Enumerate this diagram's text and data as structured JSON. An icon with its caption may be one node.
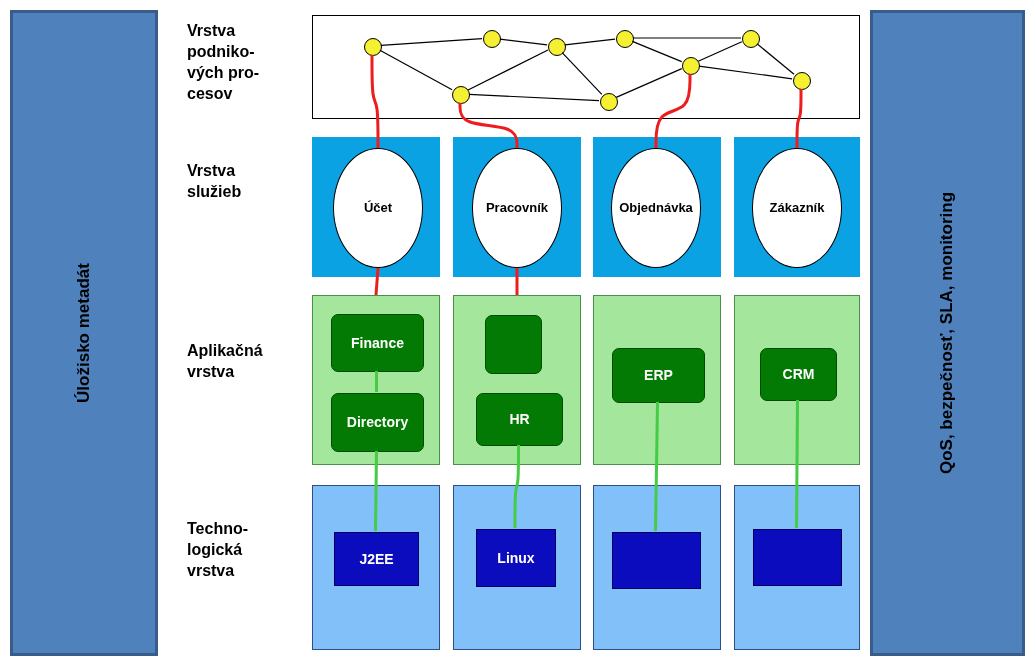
{
  "diagram": {
    "nodes": [
      {
        "text": [
          "Úložisko metadát"
        ]
      },
      {
        "text": [],
        "shape": "box"
      },
      {
        "text": [],
        "shape": "circle",
        "in": 1
      },
      {
        "text": [],
        "shape": "circle",
        "in": 1
      },
      {
        "text": [],
        "shape": "circle",
        "in": 1
      },
      {
        "text": [],
        "shape": "circle",
        "in": 1
      },
      {
        "text": [],
        "shape": "circle",
        "in": 1
      },
      {
        "text": [],
        "shape": "circle",
        "in": 1
      },
      {
        "text": [],
        "shape": "circle",
        "in": 1
      },
      {
        "text": [],
        "shape": "circle",
        "in": 1
      },
      {
        "text": [],
        "shape": "circle",
        "in": 1
      },
      {
        "text": [],
        "shape": "box"
      },
      {
        "text": [],
        "shape": "box"
      },
      {
        "text": [],
        "shape": "box"
      },
      {
        "text": [],
        "shape": "box"
      },
      {
        "text": [
          "Účet"
        ],
        "in": 11
      },
      {
        "text": [
          "Pracovník"
        ],
        "in": 12
      },
      {
        "text": [
          "Objednávka"
        ],
        "in": 13
      },
      {
        "text": [
          "Zákazník"
        ],
        "in": 14
      },
      {
        "text": [],
        "shape": "box"
      },
      {
        "text": [],
        "shape": "box"
      },
      {
        "text": [],
        "shape": "box"
      },
      {
        "text": [],
        "shape": "box"
      },
      {
        "text": [
          "Finance"
        ],
        "in": 19
      },
      {
        "text": [
          "Directory"
        ],
        "in": 19
      },
      {
        "text": [],
        "shape": "box",
        "in": 20
      },
      {
        "text": [
          "HR"
        ],
        "in": 20
      },
      {
        "text": [
          "ERP"
        ],
        "in": 21
      },
      {
        "text": [
          "CRM"
        ],
        "in": 22
      },
      {
        "text": [],
        "shape": "box"
      },
      {
        "text": [],
        "shape": "box"
      },
      {
        "text": [],
        "shape": "box"
      },
      {
        "text": [],
        "shape": "box"
      },
      {
        "text": [
          "J2EE"
        ],
        "in": 29
      },
      {
        "text": [
          "Linux"
        ],
        "in": 30
      },
      {
        "text": [],
        "shape": "box",
        "in": 31
      },
      {
        "text": [],
        "shape": "box",
        "in": 32
      },
      {
        "text": [
          "QoS, bezpečnosť, SLA, monitoring"
        ]
      }
    ],
    "edges": [
      {
        "from": 2,
        "to": 4,
        "arrow": "none"
      },
      {
        "from": 2,
        "to": 3,
        "arrow": "none"
      },
      {
        "from": 4,
        "to": 5,
        "arrow": "none"
      },
      {
        "from": 3,
        "to": 5,
        "arrow": "none"
      },
      {
        "from": 3,
        "to": 6,
        "arrow": "none"
      },
      {
        "from": 5,
        "to": 7,
        "arrow": "none"
      },
      {
        "from": 5,
        "to": 6,
        "arrow": "none"
      },
      {
        "from": 7,
        "to": 8,
        "arrow": "none"
      },
      {
        "from": 6,
        "to": 8,
        "arrow": "none"
      },
      {
        "from": 8,
        "to": 9,
        "arrow": "none"
      },
      {
        "from": 9,
        "to": 10,
        "arrow": "none"
      },
      {
        "from": 8,
        "to": 10,
        "arrow": "none"
      },
      {
        "from": 7,
        "to": 9,
        "arrow": "none"
      },
      {
        "from": 2,
        "to": 15,
        "arrow": "none",
        "style": "thick",
        "color": "#ee1c1c"
      },
      {
        "from": 3,
        "to": 16,
        "arrow": "none",
        "style": "thick",
        "color": "#ee1c1c"
      },
      {
        "from": 8,
        "to": 17,
        "arrow": "none",
        "style": "thick",
        "color": "#ee1c1c"
      },
      {
        "from": 10,
        "to": 18,
        "arrow": "none",
        "style": "thick",
        "color": "#ee1c1c"
      },
      {
        "from": 15,
        "to": 19,
        "arrow": "none",
        "style": "thick",
        "color": "#ee1c1c"
      },
      {
        "from": 16,
        "to": 20,
        "arrow": "none",
        "style": "thick",
        "color": "#ee1c1c"
      },
      {
        "from": 23,
        "to": 24,
        "arrow": "none",
        "style": "thick",
        "color": "#44cc44"
      },
      {
        "from": 24,
        "to": 33,
        "arrow": "none",
        "style": "thick",
        "color": "#44cc44"
      },
      {
        "from": 26,
        "to": 34,
        "arrow": "none",
        "style": "thick",
        "color": "#44cc44"
      },
      {
        "from": 27,
        "to": 35,
        "arrow": "none",
        "style": "thick",
        "color": "#44cc44"
      },
      {
        "from": 28,
        "to": 36,
        "arrow": "none",
        "style": "thick",
        "color": "#44cc44"
      }
    ],
    "labels": [
      "Vrstva podniko- vých pro- cesov",
      "Vrstva služieb",
      "Aplikačná vrstva",
      "Techno- logická vrstva"
    ]
  }
}
